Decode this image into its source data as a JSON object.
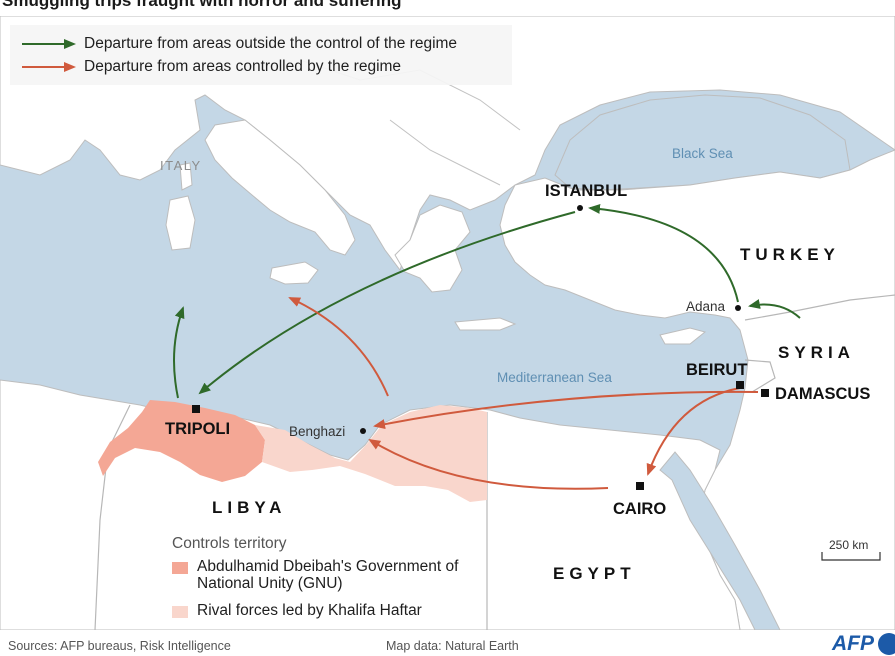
{
  "title": "Smuggling trips fraught with horror and suffering",
  "colors": {
    "sea": "#c4d7e6",
    "land": "#ffffff",
    "border": "#b7b7b7",
    "gnu": "#f4a795",
    "haftar": "#f9d6cc",
    "arrow_green": "#2f6a2a",
    "arrow_red": "#d05a3d"
  },
  "legend": {
    "green_label": "Departure from areas outside the control of the regime",
    "red_label": "Departure from areas controlled by the regime"
  },
  "places": {
    "istanbul": "ISTANBUL",
    "tripoli": "TRIPOLI",
    "beirut": "BEIRUT",
    "damascus": "DAMASCUS",
    "cairo": "CAIRO",
    "benghazi": "Benghazi",
    "adana": "Adana"
  },
  "countries": {
    "turkey": "TURKEY",
    "syria": "SYRIA",
    "libya": "LIBYA",
    "egypt": "EGYPT",
    "italy": "ITALY"
  },
  "seas": {
    "black_sea": "Black Sea",
    "mediterranean": "Mediterranean Sea"
  },
  "territory": {
    "title": "Controls territory",
    "gnu_label": "Abdulhamid Dbeibah's Government of National Unity (GNU)",
    "haftar_label": "Rival forces led by Khalifa Haftar"
  },
  "scale_label": "250 km",
  "sources": "Sources: AFP bureaus, Risk Intelligence",
  "map_data": "Map data: Natural Earth",
  "logo": "AFP"
}
